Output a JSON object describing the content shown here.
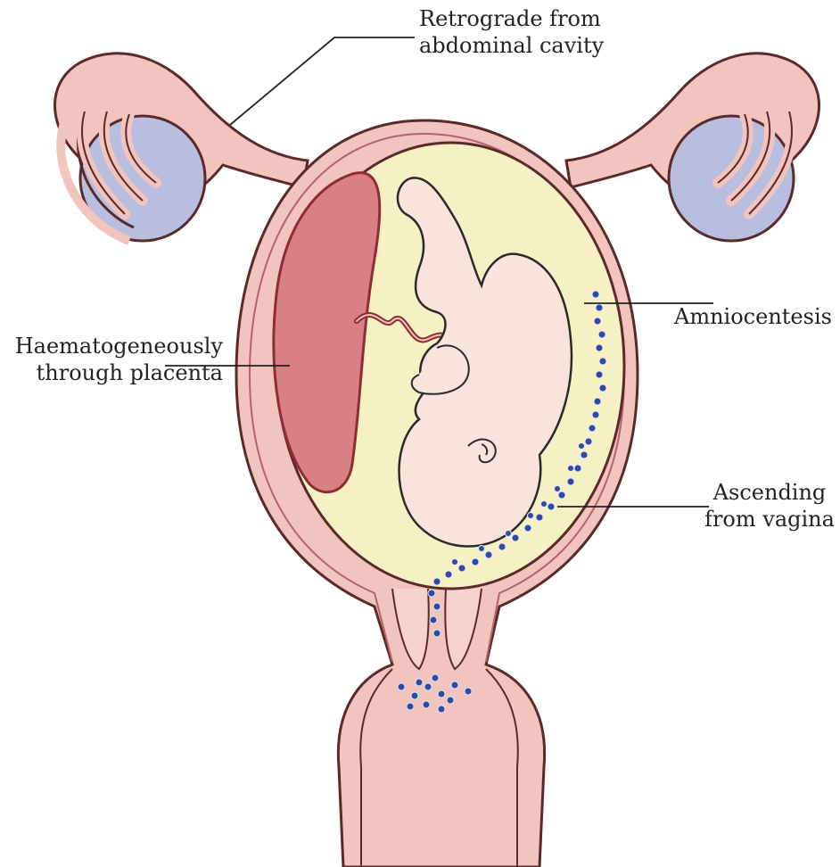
{
  "labels": {
    "retrograde": [
      "Retrograde from",
      "abdominal cavity"
    ],
    "amniocentesis": "Amniocentesis",
    "haematogeneous": [
      "Haematogeneously",
      "through placenta"
    ],
    "ascending": [
      "Ascending",
      "from vagina"
    ]
  },
  "colors": {
    "uterine_wall": "#f2c4be",
    "wall_outline": "#5a2a2a",
    "amniotic_fluid": "#f6f1c4",
    "placenta": "#d98085",
    "fetus": "#f9e3dc",
    "ovary": "#b7bee0",
    "bacteria": "#2f4aa0"
  }
}
